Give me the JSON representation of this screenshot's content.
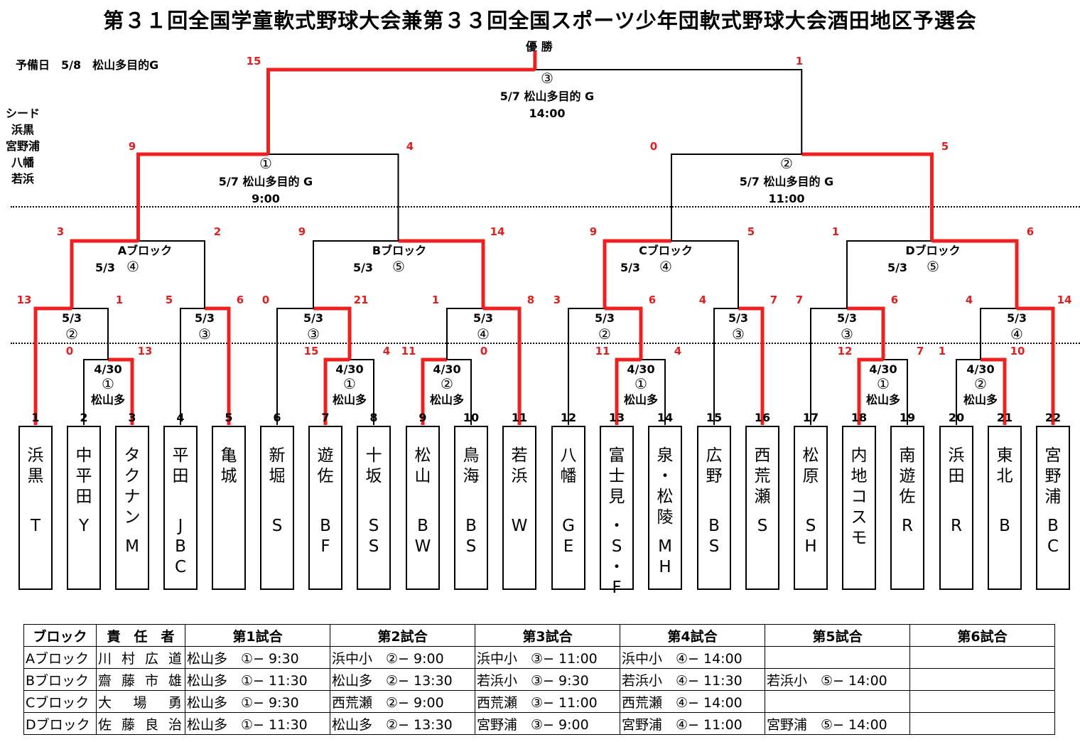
{
  "title": "第３１回全国学童軟式野球大会兼第３３回全国スポーツ少年団軟式野球大会酒田地区予選会",
  "championship_label": "優 勝",
  "reserve_day": "予備日　5/8　松山多目的G",
  "seeds_heading": "シード",
  "seeds": [
    "浜黒",
    "宮野浦",
    "八幡",
    "若浜"
  ],
  "final": {
    "num": "③",
    "venue": "5/7 松山多目的 G",
    "time": "14:00",
    "score_left": "15",
    "score_right": "1"
  },
  "semi1": {
    "num": "①",
    "venue": "5/7 松山多目的 G",
    "time": "9:00",
    "score_left": "9",
    "score_right": "4"
  },
  "semi2": {
    "num": "②",
    "venue": "5/7 松山多目的 G",
    "time": "11:00",
    "score_left": "0",
    "score_right": "5"
  },
  "blocks": [
    {
      "name": "Aブロック",
      "date": "5/3",
      "num": "④",
      "score_left": "3",
      "score_right": "2"
    },
    {
      "name": "Bブロック",
      "date": "5/3",
      "num": "⑤",
      "score_left": "9",
      "score_right": "14"
    },
    {
      "name": "Cブロック",
      "date": "5/3",
      "num": "④",
      "score_left": "9",
      "score_right": "5"
    },
    {
      "name": "Dブロック",
      "date": "5/3",
      "num": "⑤",
      "score_left": "1",
      "score_right": "6"
    }
  ],
  "round2": [
    {
      "date": "5/3",
      "num": "②",
      "score_left": "13",
      "score_right": "1"
    },
    {
      "date": "5/3",
      "num": "③",
      "score_left": "5",
      "score_right": "6"
    },
    {
      "date": "5/3",
      "num": "③",
      "score_left": "0",
      "score_right": "21"
    },
    {
      "date": "5/3",
      "num": "④",
      "score_left": "1",
      "score_right": "8"
    },
    {
      "date": "5/3",
      "num": "②",
      "score_left": "3",
      "score_right": "6"
    },
    {
      "date": "5/3",
      "num": "③",
      "score_left": "4",
      "score_right": "7"
    },
    {
      "date": "5/3",
      "num": "③",
      "score_left": "7",
      "score_right": "6"
    },
    {
      "date": "5/3",
      "num": "④",
      "score_left": "4",
      "score_right": "14"
    }
  ],
  "round1": [
    {
      "date": "4/30",
      "num": "①",
      "venue": "松山多",
      "score_left": "0",
      "score_right": "13"
    },
    {
      "date": "4/30",
      "num": "①",
      "venue": "松山多",
      "score_left": "15",
      "score_right": "4"
    },
    {
      "date": "4/30",
      "num": "②",
      "venue": "松山多",
      "score_left": "11",
      "score_right": "0"
    },
    {
      "date": "4/30",
      "num": "①",
      "venue": "松山多",
      "score_left": "11",
      "score_right": "4"
    },
    {
      "date": "4/30",
      "num": "①",
      "venue": "松山多",
      "score_left": "12",
      "score_right": "7"
    },
    {
      "date": "4/30",
      "num": "②",
      "venue": "松山多",
      "score_left": "1",
      "score_right": "10"
    }
  ],
  "teams": [
    {
      "no": "1",
      "name": "浜黒",
      "abbr": "T"
    },
    {
      "no": "2",
      "name": "中平田",
      "abbr": "Y"
    },
    {
      "no": "3",
      "name": "タクナン",
      "abbr": "M"
    },
    {
      "no": "4",
      "name": "平田",
      "abbr": "JBC"
    },
    {
      "no": "5",
      "name": "亀城",
      "abbr": ""
    },
    {
      "no": "6",
      "name": "新堀",
      "abbr": "S"
    },
    {
      "no": "7",
      "name": "遊佐",
      "abbr": "BF"
    },
    {
      "no": "8",
      "name": "十坂",
      "abbr": "SS"
    },
    {
      "no": "9",
      "name": "松山",
      "abbr": "BW"
    },
    {
      "no": "10",
      "name": "鳥海",
      "abbr": "BS"
    },
    {
      "no": "11",
      "name": "若浜",
      "abbr": "W"
    },
    {
      "no": "12",
      "name": "八幡",
      "abbr": "GE"
    },
    {
      "no": "13",
      "name": "富士見",
      "abbr": "・S・F"
    },
    {
      "no": "14",
      "name": "泉・松陵",
      "abbr": "MH"
    },
    {
      "no": "15",
      "name": "広野",
      "abbr": "BS"
    },
    {
      "no": "16",
      "name": "西荒瀬",
      "abbr": "S"
    },
    {
      "no": "17",
      "name": "松原",
      "abbr": "SH"
    },
    {
      "no": "18",
      "name": "内地コスモ",
      "abbr": ""
    },
    {
      "no": "19",
      "name": "南遊佐",
      "abbr": "R"
    },
    {
      "no": "20",
      "name": "浜田",
      "abbr": "R"
    },
    {
      "no": "21",
      "name": "東北",
      "abbr": "B"
    },
    {
      "no": "22",
      "name": "宮野浦",
      "abbr": "BC"
    }
  ],
  "schedule": {
    "headers": [
      "ブロック",
      "責　任　者",
      "第1試合",
      "第2試合",
      "第3試合",
      "第4試合",
      "第5試合",
      "第6試合"
    ],
    "rows": [
      [
        "Aブロック",
        "川村広道",
        "松山多　①− 9:30",
        "浜中小　②− 9:00",
        "浜中小　③− 11:00",
        "浜中小　④− 14:00",
        "",
        ""
      ],
      [
        "Bブロック",
        "齋藤市雄",
        "松山多　①− 11:30",
        "松山多　②− 13:30",
        "若浜小　③− 9:30",
        "若浜小　④− 11:30",
        "若浜小　⑤− 14:00",
        ""
      ],
      [
        "Cブロック",
        "大場勇",
        "松山多　①− 9:30",
        "西荒瀬　②− 9:00",
        "西荒瀬　③− 11:00",
        "西荒瀬　④− 14:00",
        "",
        ""
      ],
      [
        "Dブロック",
        "佐藤良治",
        "松山多　①− 11:30",
        "松山多　②− 13:30",
        "宮野浦　③− 9:00",
        "宮野浦　④− 11:00",
        "宮野浦　⑤− 14:00",
        ""
      ]
    ]
  },
  "colors": {
    "winner_line": "#ee2020",
    "line": "#000000",
    "score": "#e02020"
  }
}
